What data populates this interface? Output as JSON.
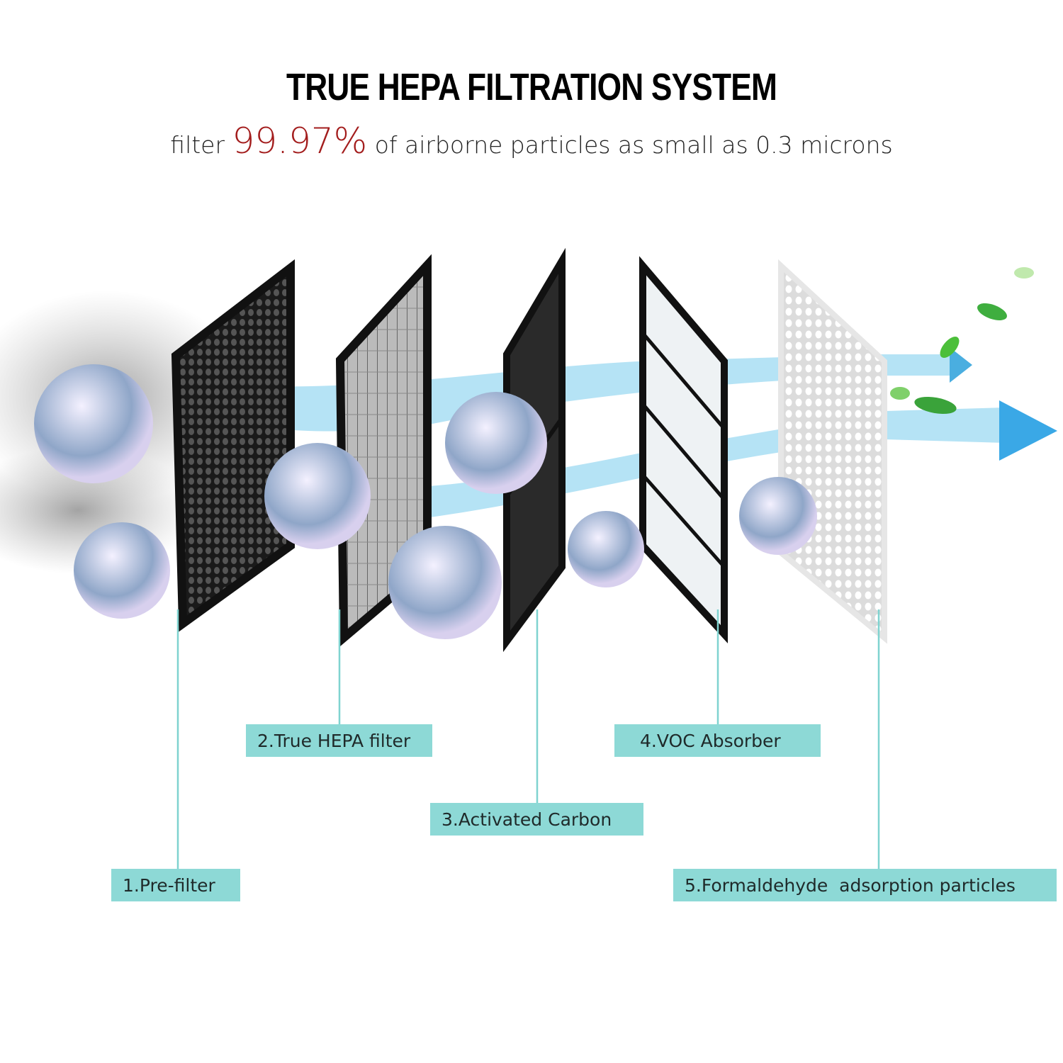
{
  "header": {
    "title": "TRUE HEPA FILTRATION SYSTEM",
    "subtitle_pre": "filter",
    "subtitle_highlight": "99.97%",
    "subtitle_post": "of airborne particles as small as 0.3 microns"
  },
  "labels": [
    {
      "text": "1.Pre-filter"
    },
    {
      "text": "2.True HEPA filter"
    },
    {
      "text": "3.Activated Carbon"
    },
    {
      "text": "4.VOC Absorber"
    },
    {
      "text": "5.Formaldehyde  adsorption particles"
    }
  ],
  "colors": {
    "label_bg": "#8dd9d6",
    "leader_line": "#7fd3d0",
    "highlight": "#a31d1d",
    "airflow": "#5bc0e8"
  }
}
